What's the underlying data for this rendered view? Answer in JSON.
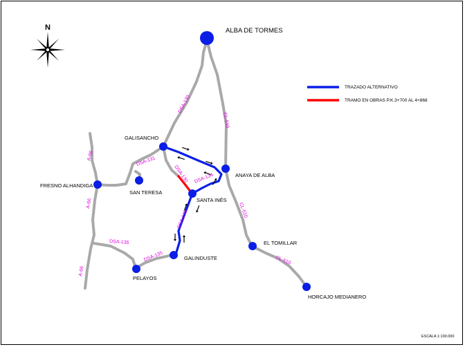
{
  "legend": {
    "alternative_route": "TRAZADO ALTERNATIVO",
    "works_section": "TRAMO EN OBRAS P.K.3+700 AL 4+868",
    "alternative_color": "#0a1ee6",
    "works_color": "#ff0000"
  },
  "north_label": "N",
  "scale": "ESCALA 1:100.000",
  "towns": {
    "alba_de_tormes": "ALBA DE TORMES",
    "galisancho": "GALISANCHO",
    "anaya_de_alba": "ANAYA DE ALBA",
    "fresno_alhandiga": "FRESNO ALHANDIGA",
    "san_teresa": "SAN TERESA",
    "santa_ines": "SANTA INÉS",
    "el_tomillar": "EL TOMILLAR",
    "galinduste": "GALINDUSTE",
    "pelayos": "PELAYOS",
    "horcajo_medianero": "HORCAJO MEDIANERO"
  },
  "roads": {
    "dsa_130_north": "DSA-130",
    "cl_510_north": "CL-510",
    "dsa_131": "DSA-131",
    "dsa_130_mid": "DSA-130",
    "dsa_134": "DSA-134",
    "a_66_top": "A-66",
    "a_66_mid": "A-66",
    "dsa_130_south": "DSA-130",
    "cl_510_mid": "CL-510",
    "dsa_135_upper": "DSA-135",
    "dsa_135_lower": "DSA-135",
    "cl_510_south": "CL-510",
    "a_66_bottom": "A-66"
  }
}
